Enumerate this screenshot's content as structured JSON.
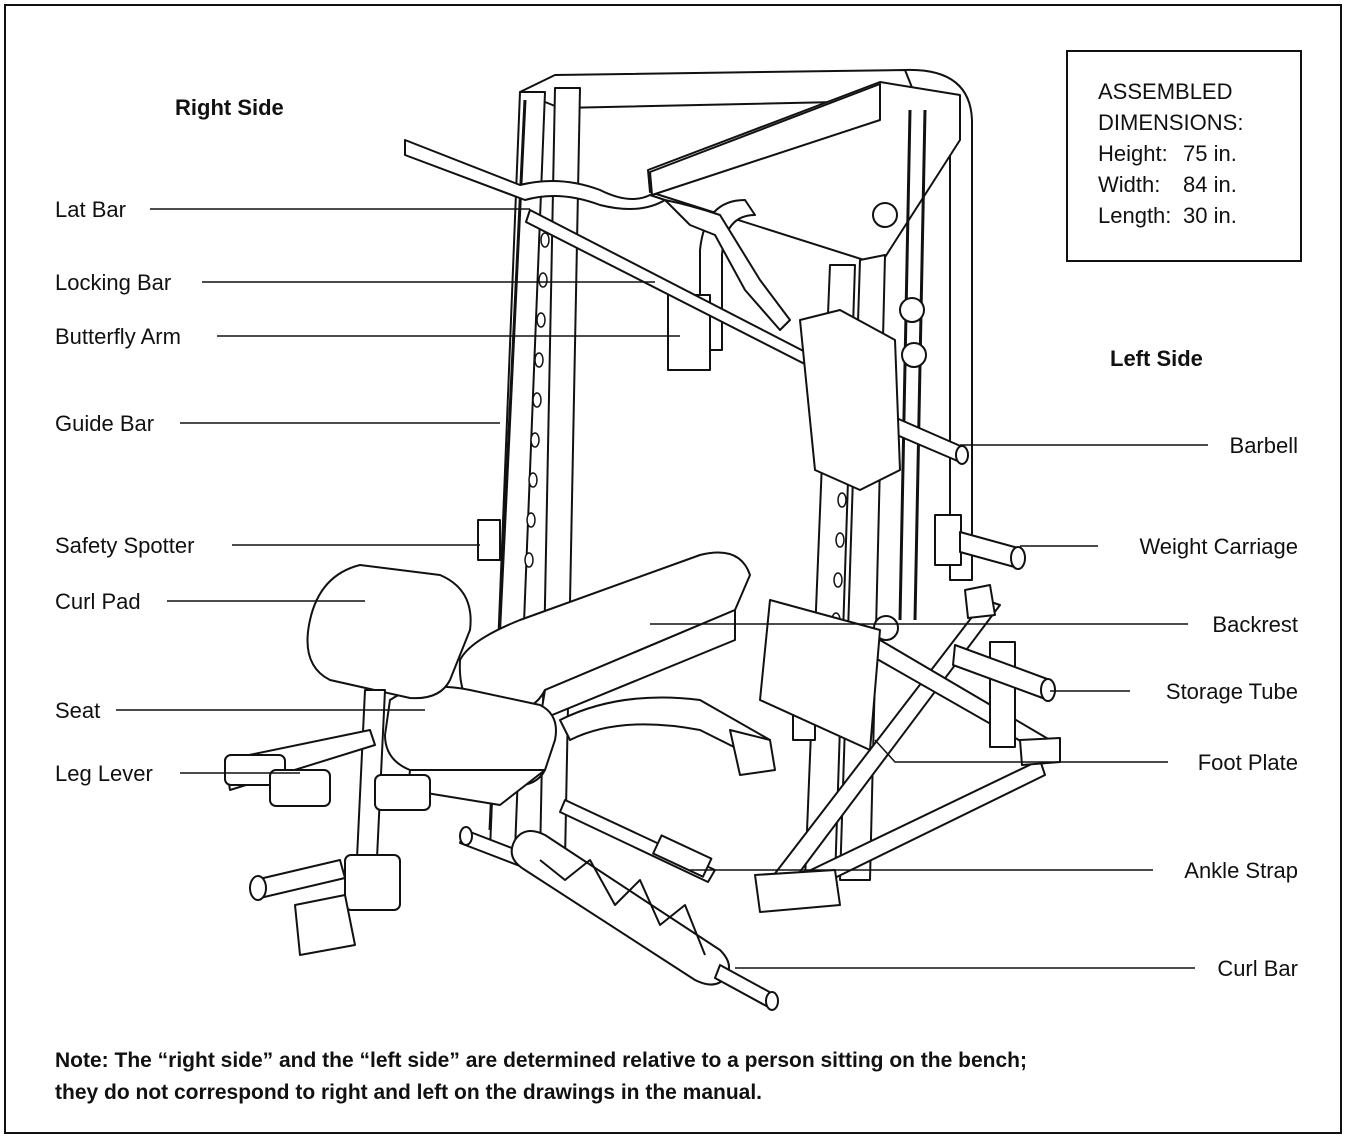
{
  "headings": {
    "right_side": "Right Side",
    "left_side": "Left Side"
  },
  "dimensions": {
    "title_line1": "ASSEMBLED",
    "title_line2": "DIMENSIONS:",
    "rows": [
      {
        "key": "Height:",
        "value": "75 in."
      },
      {
        "key": "Width:",
        "value": "84 in."
      },
      {
        "key": "Length:",
        "value": "30 in."
      }
    ]
  },
  "labels_left": [
    "Lat Bar",
    "Locking Bar",
    "Butterfly Arm",
    "Guide Bar",
    "Safety Spotter",
    "Curl Pad",
    "Seat",
    "Leg Lever"
  ],
  "labels_right": [
    "Barbell",
    "Weight Carriage",
    "Backrest",
    "Storage Tube",
    "Foot Plate",
    "Ankle Strap",
    "Curl Bar"
  ],
  "note": {
    "line1": "Note: The “right side” and the “left side” are determined relative to a person sitting on the bench;",
    "line2": "they do not correspond to right and left on the drawings in the manual."
  }
}
